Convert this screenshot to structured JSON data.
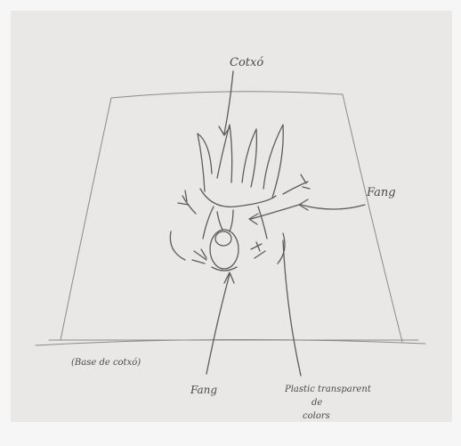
{
  "labels": {
    "top": "Cotxó",
    "right": "Fang",
    "bottom_left": "Fang",
    "base": "(Base de cotxó)",
    "bottom_right_line1": "Plastic transparent",
    "bottom_right_line2": "de",
    "bottom_right_line3": "colors"
  },
  "colors": {
    "paper": "#e9e8e6",
    "pencil": "#5c5c5c"
  }
}
